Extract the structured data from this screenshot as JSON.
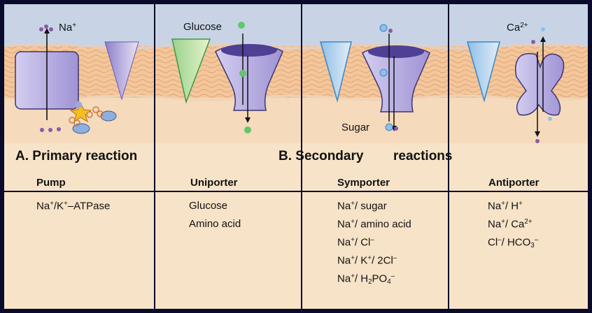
{
  "colors": {
    "border": "#0a0a2a",
    "top_panel_bg": "#c8d4e6",
    "lower_bg": "#f7e3c8",
    "membrane": "#f3c79c",
    "protein": "#b7aee0",
    "protein_dark": "#4f3f95",
    "glucose": "#63c66a",
    "sugar": "#8fc0ea",
    "ion_dot": "#8a5aa8"
  },
  "panels": {
    "na_label": "Na",
    "na_sup": "+",
    "glucose_label": "Glucose",
    "sugar_label": "Sugar",
    "ca_label": "Ca",
    "ca_sup": "2+"
  },
  "headings": {
    "primary": "A. Primary reaction",
    "secondary_1": "B. Secondary",
    "secondary_2": "reactions"
  },
  "columns": [
    {
      "title": "Pump",
      "items": [
        {
          "html": "Na<sup>+</sup>/K<sup>+</sup>–ATPase"
        }
      ]
    },
    {
      "title": "Uniporter",
      "items": [
        {
          "html": "Glucose"
        },
        {
          "html": "Amino acid"
        }
      ]
    },
    {
      "title": "Symporter",
      "items": [
        {
          "html": "Na<sup>+</sup>/ sugar"
        },
        {
          "html": "Na<sup>+</sup>/ amino acid"
        },
        {
          "html": "Na<sup>+</sup>/ Cl<sup>–</sup>"
        },
        {
          "html": "Na<sup>+</sup>/ K<sup>+</sup>/ 2Cl<sup>–</sup>"
        },
        {
          "html": "Na<sup>+</sup>/ H<sub>2</sub>PO<sub>4</sub><sup>–</sup>"
        }
      ]
    },
    {
      "title": "Antiporter",
      "items": [
        {
          "html": "Na<sup>+</sup>/ H<sup>+</sup>"
        },
        {
          "html": "Na<sup>+</sup>/ Ca<sup>2+</sup>"
        },
        {
          "html": "Cl<sup>–</sup>/ HCO<sub>3</sub><sup>–</sup>"
        }
      ]
    }
  ]
}
